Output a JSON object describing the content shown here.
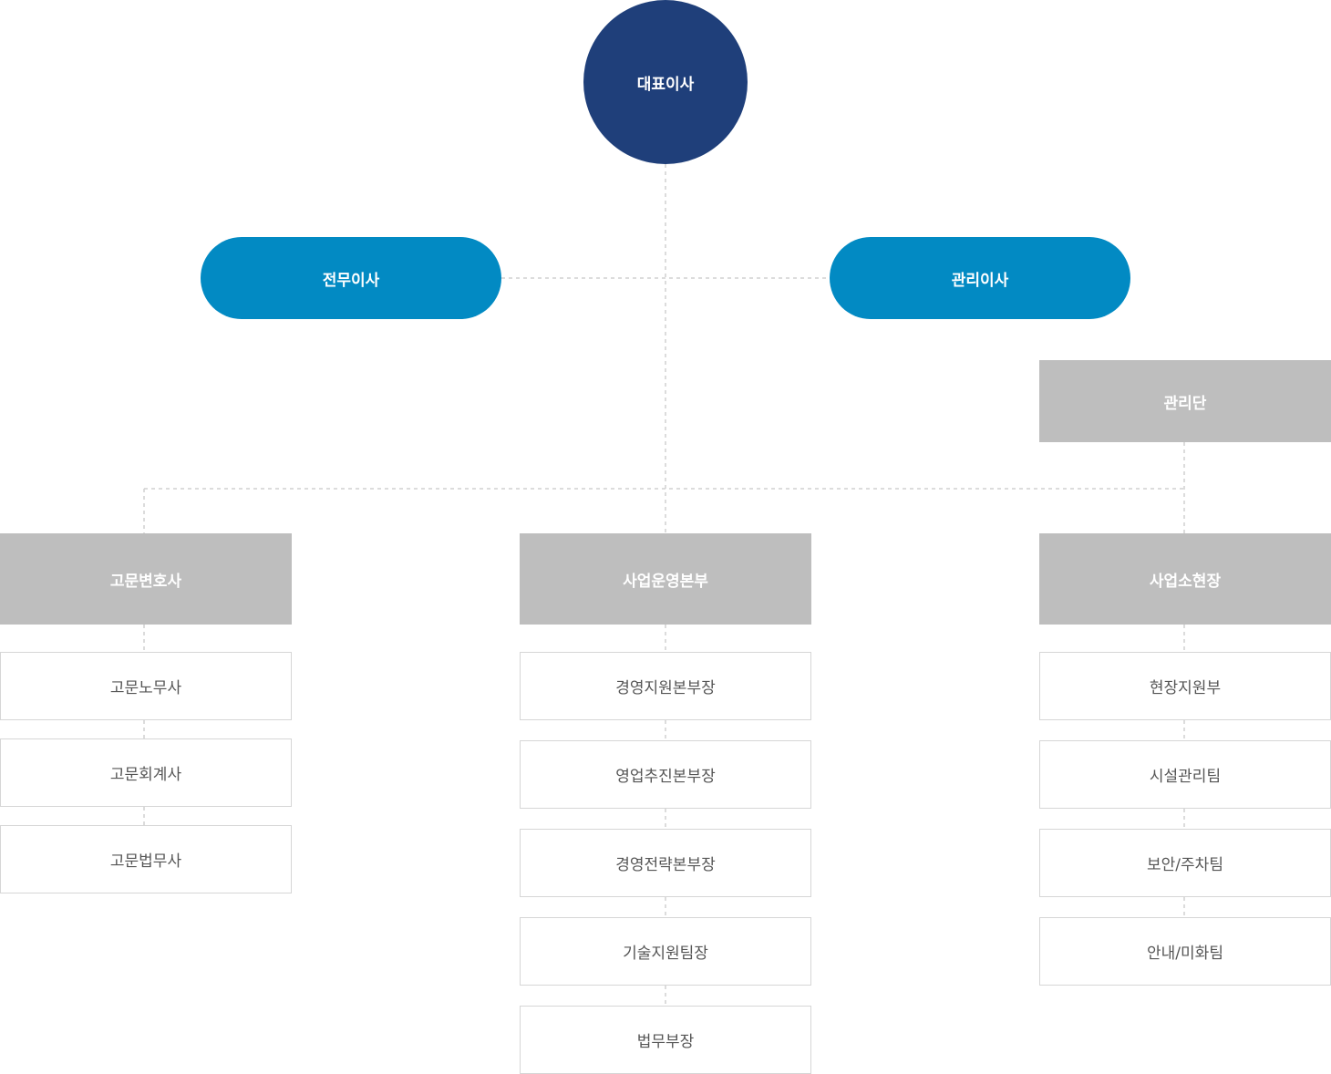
{
  "ceo": {
    "label": "대표이사"
  },
  "executives": {
    "left": {
      "label": "전무이사"
    },
    "right": {
      "label": "관리이사"
    }
  },
  "management_group": {
    "label": "관리단"
  },
  "departments": [
    {
      "label": "고문변호사",
      "items": [
        "고문노무사",
        "고문회계사",
        "고문법무사"
      ]
    },
    {
      "label": "사업운영본부",
      "items": [
        "경영지원본부장",
        "영업추진본부장",
        "경영전략본부장",
        "기술지원팀장",
        "법무부장"
      ]
    },
    {
      "label": "사업소현장",
      "items": [
        "현장지원부",
        "시설관리팀",
        "보안/주차팀",
        "안내/미화팀"
      ]
    }
  ],
  "colors": {
    "ceo": "#1f3f7a",
    "executive": "#028ac3",
    "department": "#bebebe",
    "connector": "#d0d0d0"
  }
}
